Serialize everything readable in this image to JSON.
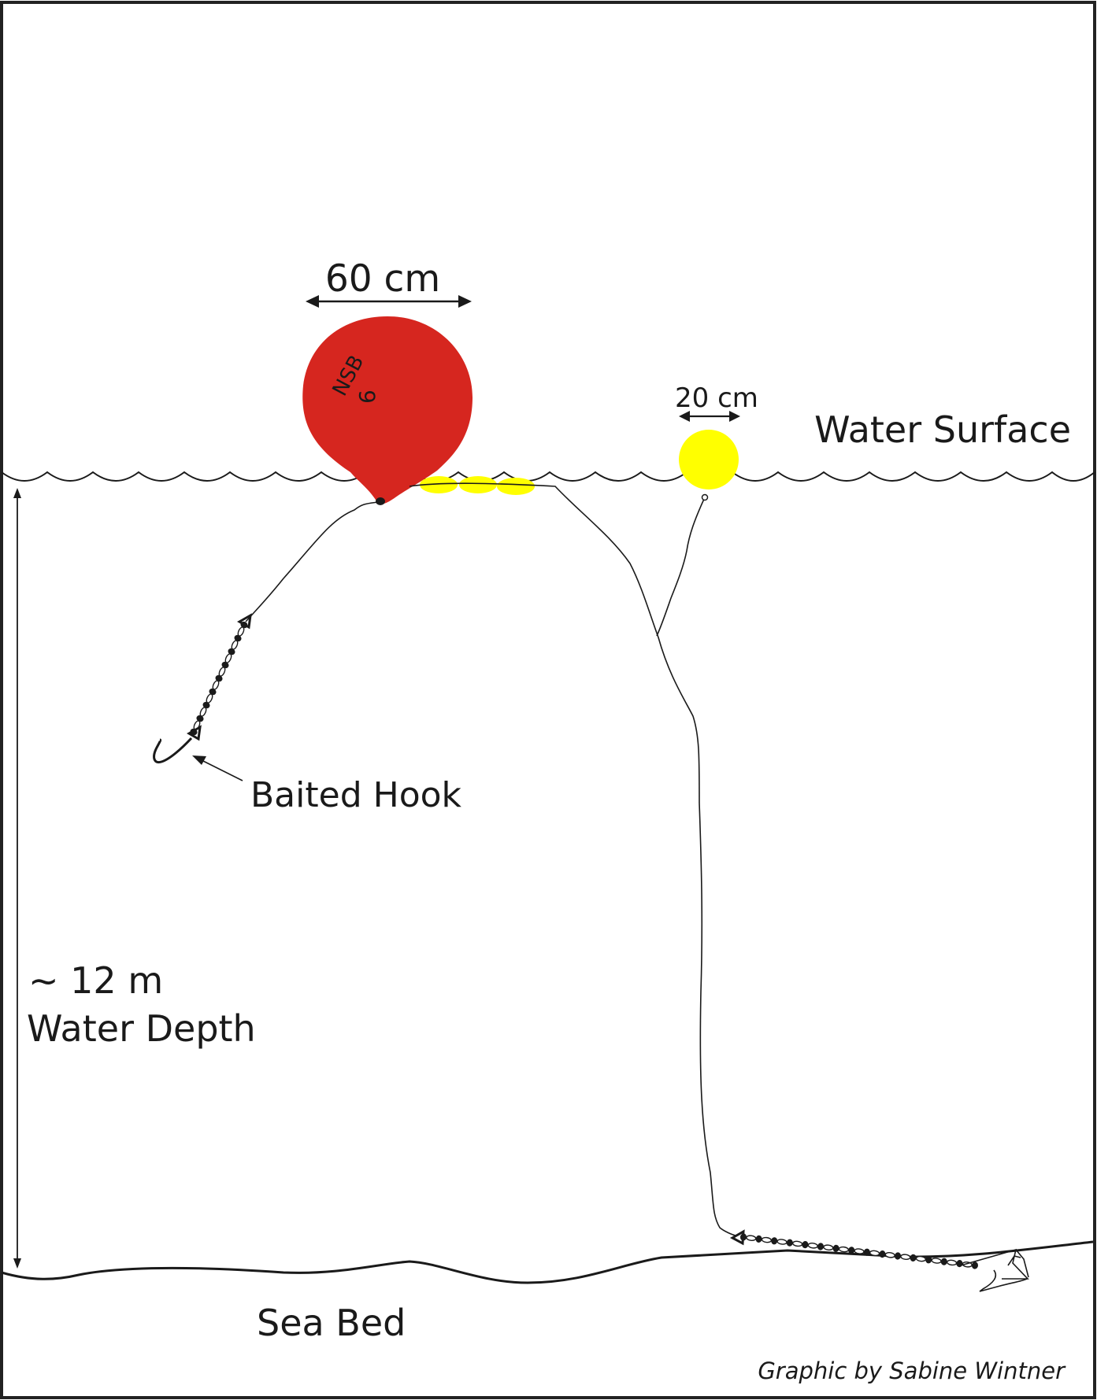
{
  "diagram": {
    "buoy_large": {
      "size_label": "60 cm",
      "marking_top": "NSB",
      "marking_number": "6",
      "color": "#d6261f"
    },
    "buoy_small": {
      "size_label": "20 cm",
      "color": "#ffff00"
    },
    "float_color": "#ffff00",
    "line_color": "#1a1a1a",
    "labels": {
      "water_surface": "Water Surface",
      "baited_hook": "Baited Hook",
      "depth_value": "~ 12 m",
      "depth_text": "Water Depth",
      "sea_bed": "Sea Bed",
      "credit": "Graphic by Sabine Wintner"
    },
    "icons": [
      "hook-icon",
      "anchor-icon",
      "chain-icon",
      "swivel-icon"
    ]
  }
}
